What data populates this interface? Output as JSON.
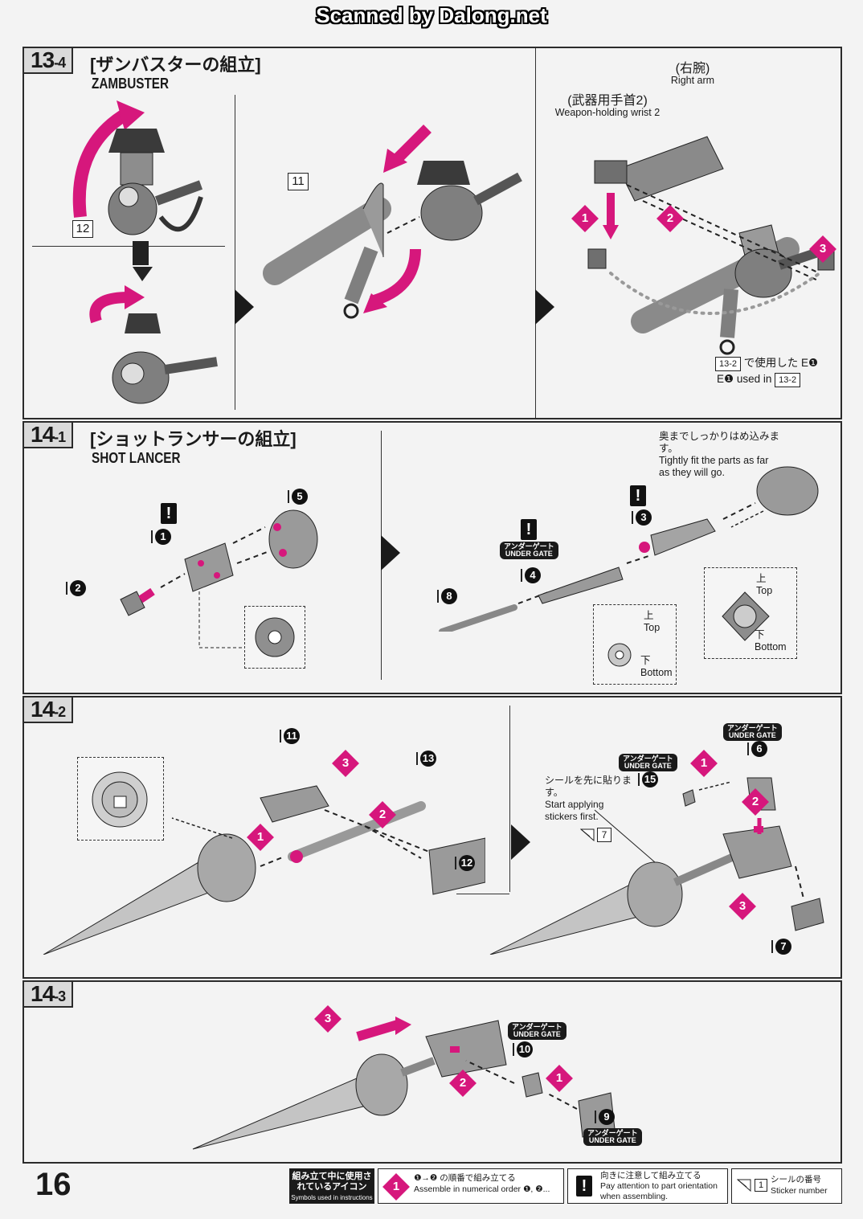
{
  "watermark": "Scanned by Dalong.net",
  "page_number": "16",
  "sections": {
    "s13_4": {
      "step": "13",
      "sub": "-4",
      "title_jp": "[ザンバスターの組立]",
      "title_en": "ZAMBUSTER",
      "parts": {
        "p12": "12",
        "p11": "11"
      },
      "labels": {
        "right_arm_jp": "(右腕)",
        "right_arm_en": "Right arm",
        "wrist_jp": "(武器用手首2)",
        "wrist_en": "Weapon-holding wrist 2",
        "used_jp": "で使用した E❶",
        "used_jp_box": "13-2",
        "used_en": "E❶ used in",
        "used_en_box": "13-2"
      },
      "steps": [
        "1",
        "2",
        "3"
      ]
    },
    "s14_1": {
      "step": "14",
      "sub": "-1",
      "title_jp": "[ショットランサーの組立]",
      "title_en": "SHOT LANCER",
      "parts": [
        "1",
        "2",
        "5",
        "4",
        "8",
        "3"
      ],
      "note_jp": "奥までしっかりはめ込みます。",
      "note_en": "Tightly fit the parts as far as they will go.",
      "top_jp": "上",
      "top_en": "Top",
      "bottom_jp": "下",
      "bottom_en": "Bottom",
      "under_gate_jp": "アンダーゲート",
      "under_gate_en": "UNDER GATE"
    },
    "s14_2": {
      "step": "14",
      "sub": "-2",
      "parts": [
        "11",
        "13",
        "12",
        "15",
        "6",
        "7"
      ],
      "sticker_note_jp": "シールを先に貼ります。",
      "sticker_note_en": "Start applying stickers first.",
      "sticker": "7",
      "under_gate_jp": "アンダーゲート",
      "under_gate_en": "UNDER GATE",
      "steps": [
        "1",
        "2",
        "3"
      ]
    },
    "s14_3": {
      "step": "14",
      "sub": "-3",
      "parts": [
        "10",
        "9"
      ],
      "under_gate_jp": "アンダーゲート",
      "under_gate_en": "UNDER GATE",
      "steps": [
        "1",
        "2",
        "3"
      ]
    }
  },
  "legend": {
    "icons_jp": "組み立て中に使用されているアイコン",
    "icons_en": "Symbols used in instructions",
    "order_jp": "❶→❷ の順番で組み立てる",
    "order_en": "Assemble in numerical order ❶, ❷...",
    "orient_jp": "向きに注意して組み立てる",
    "orient_en": "Pay attention to part orientation when assembling.",
    "sticker_jp": "シールの番号",
    "sticker_en": "Sticker number",
    "sticker_box": "1"
  },
  "colors": {
    "accent": "#d6177c",
    "frame": "#2b2b2b",
    "part": "#8a8a8a"
  }
}
